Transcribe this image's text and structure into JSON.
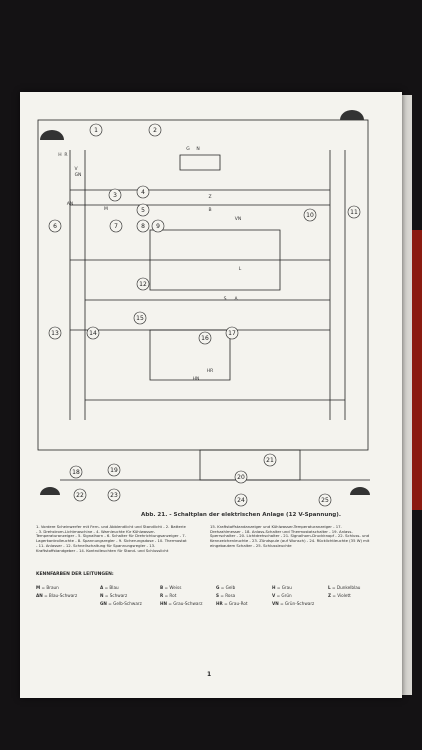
{
  "figure": {
    "caption": "Abb. 21. - Schaltplan der elektrischen Anlage (12 V-Spannung).",
    "legend_left": "1. Vordere Scheinwerfer mit Fern- und Abblendlicht und Standlicht - 2. Batterie - 3. Drehstrom-Lichtmaschine - 4. Warnleuchte für Kühlwasser-Temperaturanzeiger - 5. Signalhorn - 6. Schalter für Drehrichtungsanzeiger - 7. Lagerkontrolleuchte - 8. Spannungsregler - 9. Sicherungsdose - 10. Thermostat - 11. Anlasser - 12. Schnellschaltung für Spannungsregler - 13. Kraftstoffstandgeber - 14. Kontrolleuchten für Stand- und Schlusslicht",
    "legend_right": "15. Kraftstoffstandanzeiger und Kühlwasser-Temperaturanzeiger - 17. Drehzahlmesser - 18. Anlass-Schalter und Thermostatschalter - 19. Anlass-Sperrschalter - 20. Lichtdrehschalter - 21. Signalhorn-Druckknopf - 22. Schluss- und Kennzeichenleuchte - 23. Zündspule (auf Wunsch) - 24. Rücklichtleuchte (35 W) mit eingebautem Schalter - 25. Schlussleuchte",
    "colors_title": "KENNFARBEN DER LEITUNGEN:",
    "color_codes": [
      [
        "M",
        "Braun"
      ],
      [
        "AN",
        "Blau-Schwarz"
      ],
      [
        "A",
        "Blau"
      ],
      [
        "N",
        "Schwarz"
      ],
      [
        "GN",
        "Gelb-Schwarz"
      ],
      [
        "B",
        "Weiss"
      ],
      [
        "R",
        "Rot"
      ],
      [
        "HN",
        "Grau-Schwarz"
      ],
      [
        "G",
        "Gelb"
      ],
      [
        "S",
        "Rosa"
      ],
      [
        "HR",
        "Grau-Rot"
      ],
      [
        "H",
        "Grau"
      ],
      [
        "V",
        "Grün"
      ],
      [
        "VN",
        "Grün-Schwarz"
      ],
      [
        "L",
        "Dunkelblau"
      ],
      [
        "Z",
        "Violett"
      ]
    ],
    "page_number": "1",
    "component_numbers": [
      "1",
      "2",
      "3",
      "4",
      "5",
      "6",
      "7",
      "8",
      "9",
      "10",
      "11",
      "12",
      "13",
      "14",
      "15",
      "16",
      "17",
      "18",
      "19",
      "20",
      "21",
      "22",
      "23",
      "24",
      "25"
    ],
    "wire_codes": [
      "H",
      "R",
      "V",
      "G",
      "N",
      "GN",
      "M",
      "B",
      "Z",
      "VN",
      "HN",
      "HR",
      "S",
      "A",
      "AN",
      "L"
    ]
  }
}
